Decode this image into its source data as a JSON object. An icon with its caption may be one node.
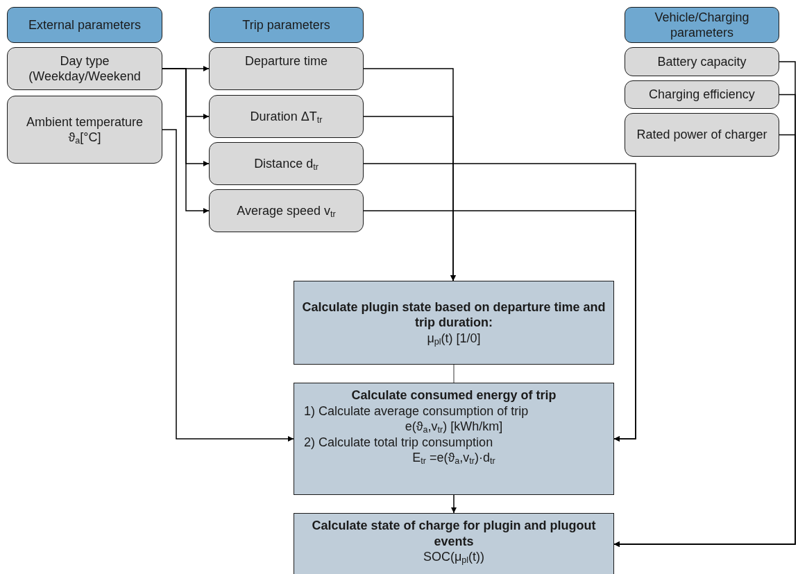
{
  "diagram": {
    "nodes": [
      {
        "text": [
          "External parameters"
        ]
      },
      {
        "text": [
          "Trip parameters"
        ]
      },
      {
        "text": [
          "Vehicle/Charging parameters"
        ]
      },
      {
        "text": [
          "Day type (Weekday/Weekend"
        ]
      },
      {
        "text": [
          "Ambient temperature ϑ$_{a}$[°C]"
        ]
      },
      {
        "text": [
          "Departure time"
        ]
      },
      {
        "text": [
          "Duration ΔT$_{tr}$"
        ]
      },
      {
        "text": [
          "Distance d$_{tr}$"
        ]
      },
      {
        "text": [
          "Average speed v$_{tr}$"
        ]
      },
      {
        "text": [
          "Battery capacity"
        ]
      },
      {
        "text": [
          "Charging efficiency"
        ]
      },
      {
        "text": [
          "Rated power of charger"
        ]
      },
      {
        "text": [
          "Calculate plugin state based on departure time and trip duration:",
          "μ$_{pl}$(t) [1/0]"
        ]
      },
      {
        "text": [
          "Calculate consumed energy of trip",
          "1) Calculate average consumption of trip",
          "e(ϑ$_{a}$,v$_{tr}$) [kWh/km]",
          "2) Calculate total trip consumption",
          "E$_{tr}$ =e(ϑ$_{a}$,v$_{tr}$)·d$_{tr}$"
        ]
      },
      {
        "text": [
          "Calculate state of charge for plugin and plugout events",
          "SOC(μ$_{pl}$(t))"
        ]
      }
    ],
    "edges": [
      {
        "from": 3,
        "to": 5,
        "arrow": "to"
      },
      {
        "from": 3,
        "to": 6,
        "arrow": "to"
      },
      {
        "from": 3,
        "to": 7,
        "arrow": "to"
      },
      {
        "from": 3,
        "to": 8,
        "arrow": "to"
      },
      {
        "from": 5,
        "to": 12,
        "arrow": "to"
      },
      {
        "from": 6,
        "to": 12,
        "arrow": "to"
      },
      {
        "from": 4,
        "to": 13,
        "arrow": "to"
      },
      {
        "from": 7,
        "to": 13,
        "arrow": "to"
      },
      {
        "from": 8,
        "to": 13,
        "arrow": "to"
      },
      {
        "from": 12,
        "to": 13,
        "arrow": "none"
      },
      {
        "from": 13,
        "to": 14,
        "arrow": "to"
      },
      {
        "from": 9,
        "to": 14,
        "arrow": "to"
      },
      {
        "from": 10,
        "to": 14,
        "arrow": "to"
      },
      {
        "from": 11,
        "to": 14,
        "arrow": "to"
      }
    ]
  }
}
